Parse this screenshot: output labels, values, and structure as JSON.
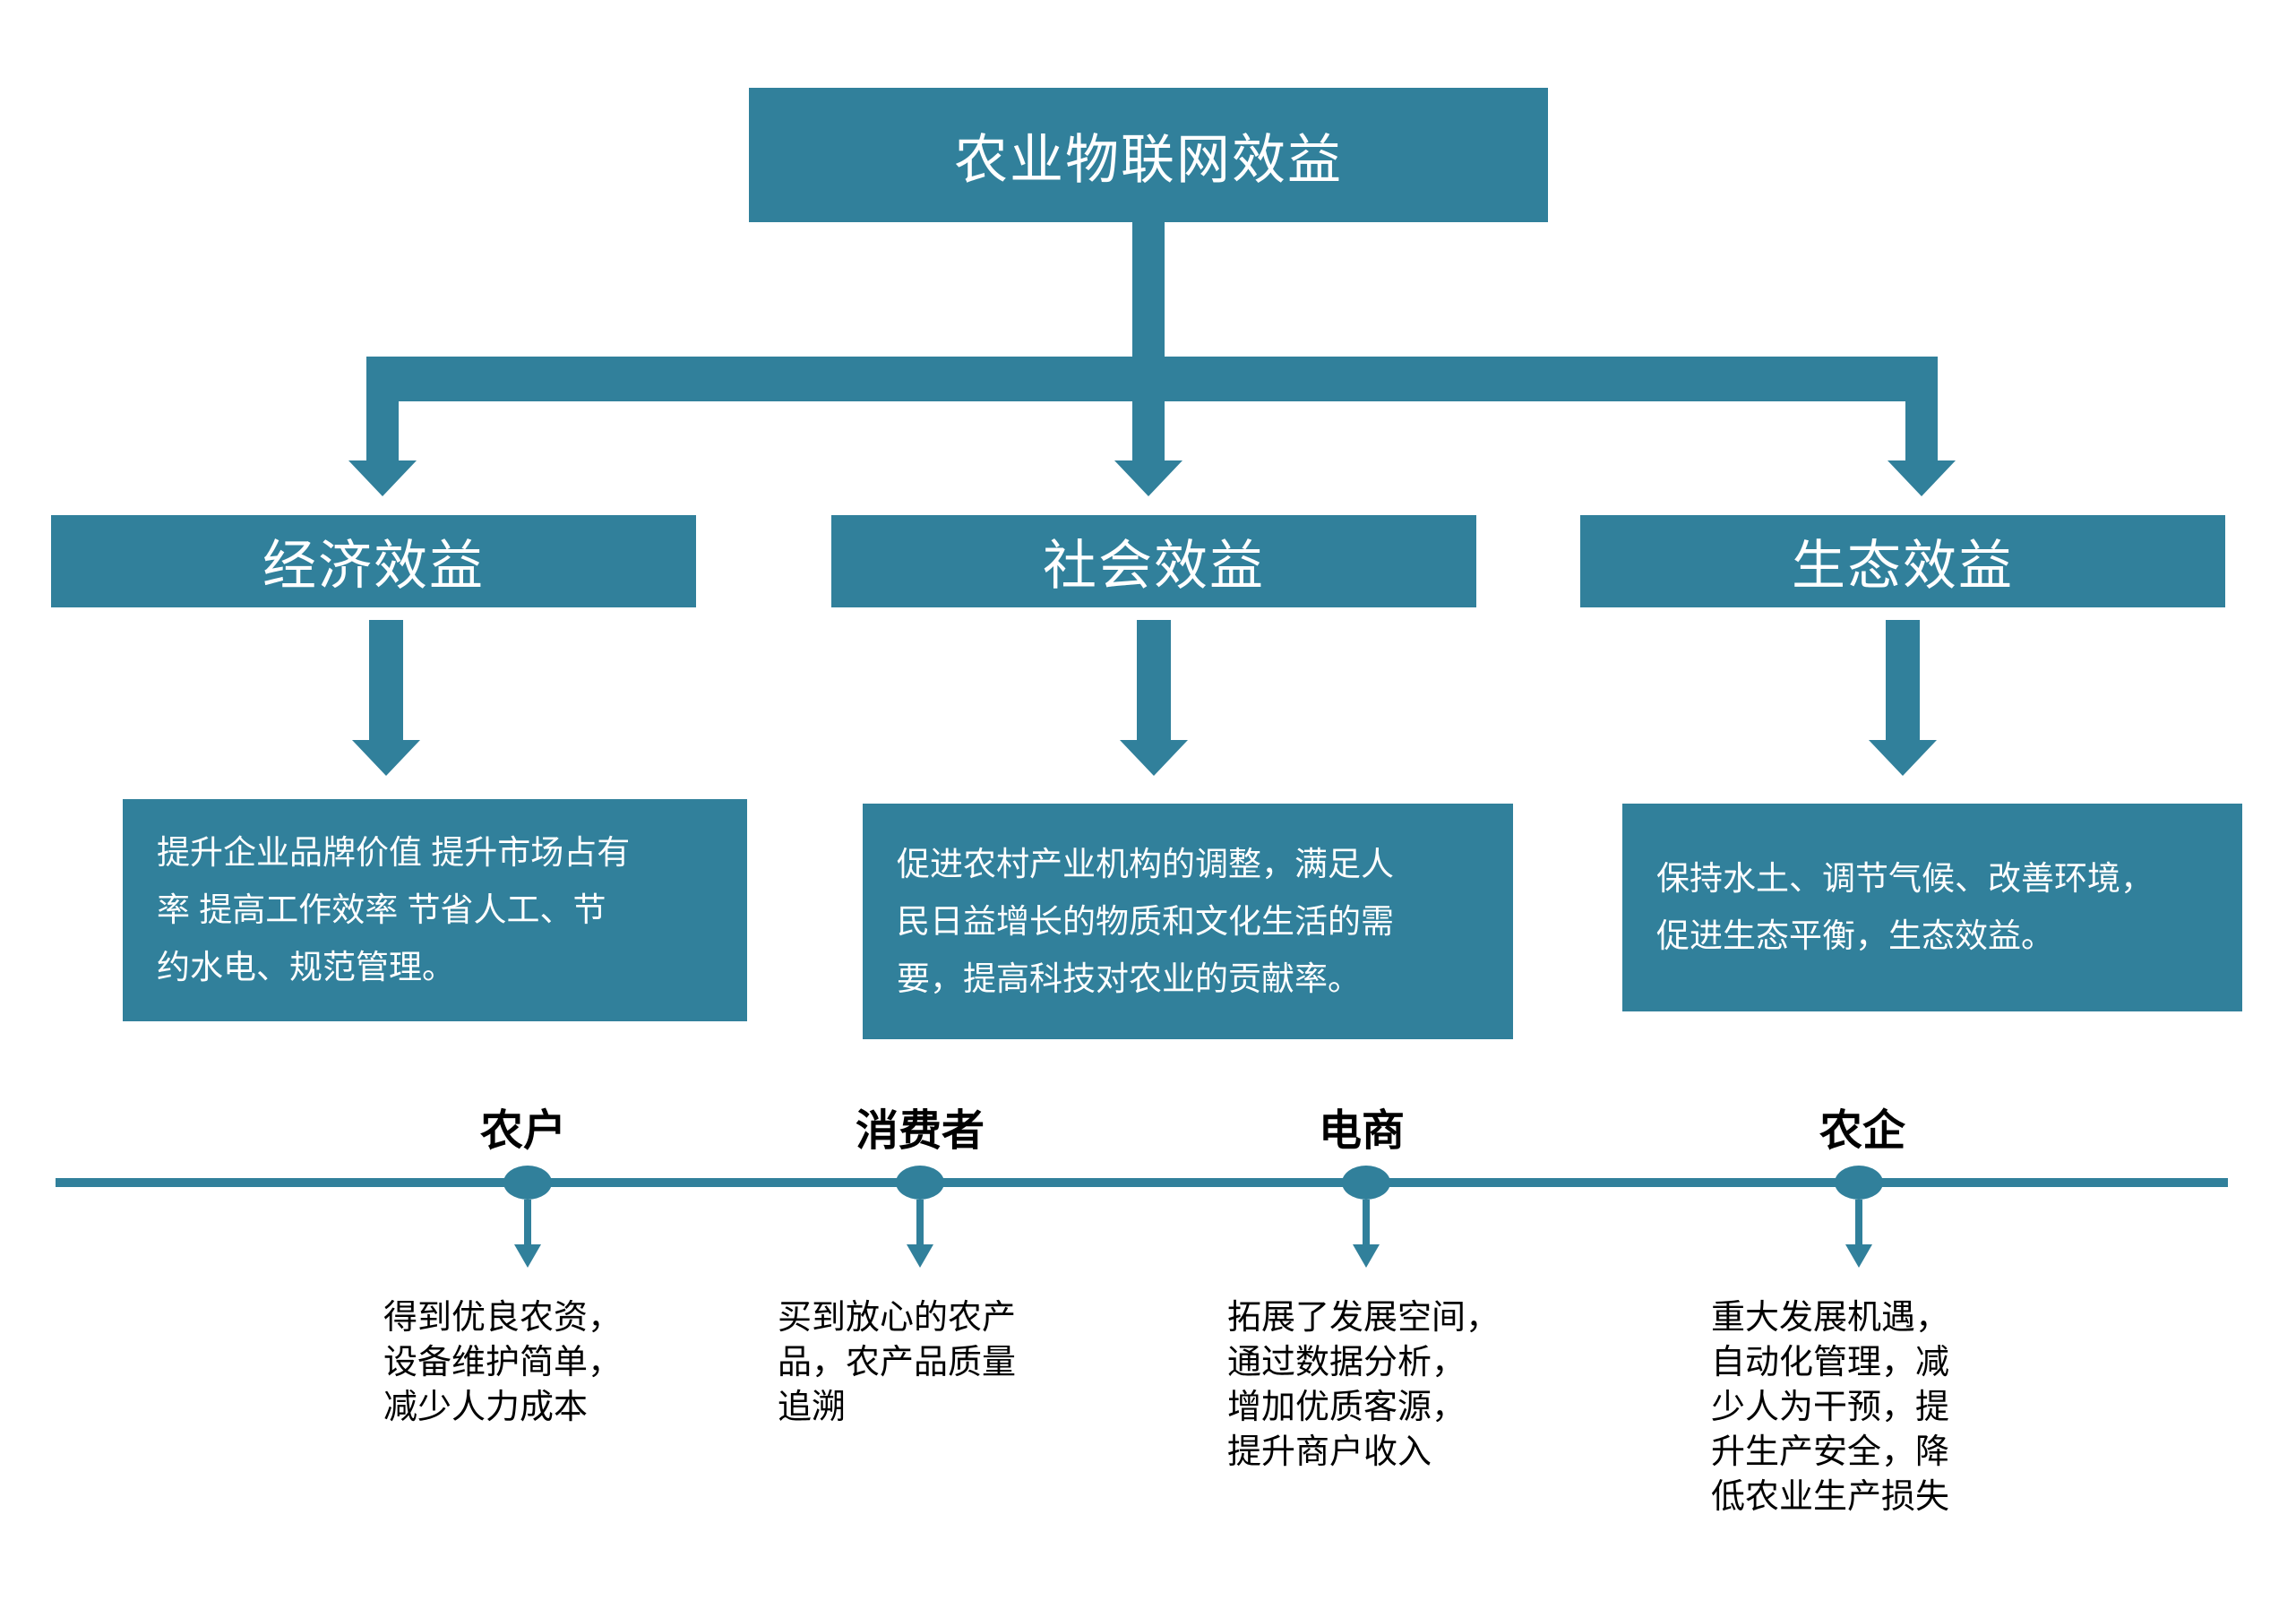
{
  "title": "农业物联网效益",
  "colors": {
    "teal": "#31809B",
    "box_text": "#FFFFFF",
    "timeline_text": "#000000"
  },
  "branches": [
    {
      "label": "经济效益",
      "description": "提升企业品牌价值 提升市场占有\n率 提高工作效率 节省人工、节\n约水电、规范管理。"
    },
    {
      "label": "社会效益",
      "description": "促进农村产业机构的调整，满足人\n民日益增长的物质和文化生活的需\n要，提高科技对农业的贡献率。"
    },
    {
      "label": "生态效益",
      "description": "保持水土、调节气候、改善环境，\n促进生态平衡，生态效益。"
    }
  ],
  "timeline": {
    "stakeholders": [
      {
        "label": "农户",
        "benefit": "得到优良农资，\n设备维护简单，\n减少人力成本"
      },
      {
        "label": "消费者",
        "benefit": "买到放心的农产\n品，农产品质量\n追溯"
      },
      {
        "label": "电商",
        "benefit": "拓展了发展空间，\n通过数据分析，\n增加优质客源，\n提升商户收入"
      },
      {
        "label": "农企",
        "benefit": "重大发展机遇，\n自动化管理，减\n少人为干预，提\n升生产安全，降\n低农业生产损失"
      }
    ]
  }
}
